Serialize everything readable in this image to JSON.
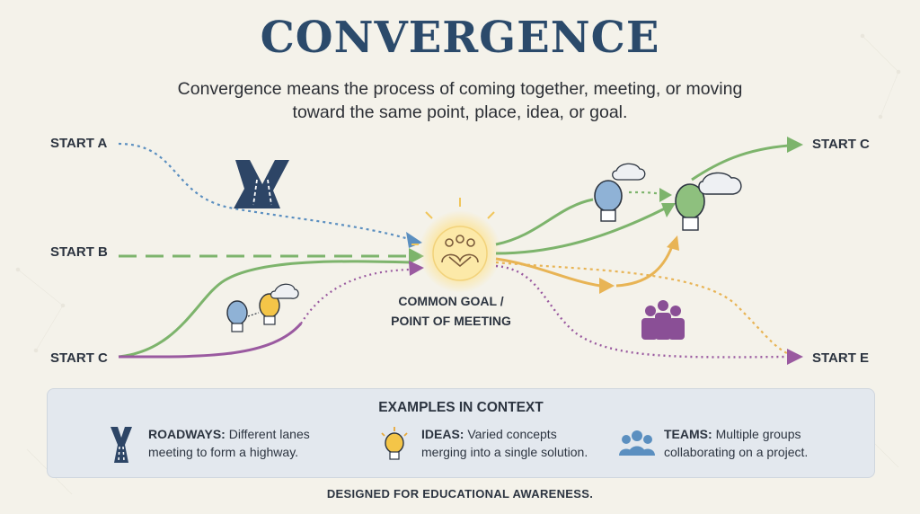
{
  "title": "CONVERGENCE",
  "subtitle_line1": "Convergence means the process of coming together, meeting, or moving",
  "subtitle_line2": "toward the same point, place, idea, or goal.",
  "starts_left": [
    "START A",
    "START B",
    "START C"
  ],
  "ends_right": [
    "START C",
    "START E"
  ],
  "hub": {
    "line1": "COMMON GOAL /",
    "line2": "POINT OF MEETING"
  },
  "examples": {
    "title": "EXAMPLES IN CONTEXT",
    "items": [
      {
        "icon": "highway-merge-icon",
        "term": "ROADWAYS:",
        "line1": "Different lanes",
        "line2": "meeting to form a highway."
      },
      {
        "icon": "lightbulb-icon",
        "term": "IDEAS:",
        "line1": "Varied concepts",
        "line2": "merging into a single solution."
      },
      {
        "icon": "people-group-icon",
        "term": "TEAMS:",
        "line1": "Multiple groups",
        "line2": "collaborating on a project."
      }
    ]
  },
  "footer": "DESIGNED FOR EDUCATIONAL AWARENESS.",
  "colors": {
    "blue_path": "#5b8fc0",
    "green_path": "#7db46c",
    "purple_path": "#9a5aa0",
    "orange_path": "#e8b455",
    "title": "#2b4a6b",
    "hub_glow": "#fbe6a4"
  }
}
